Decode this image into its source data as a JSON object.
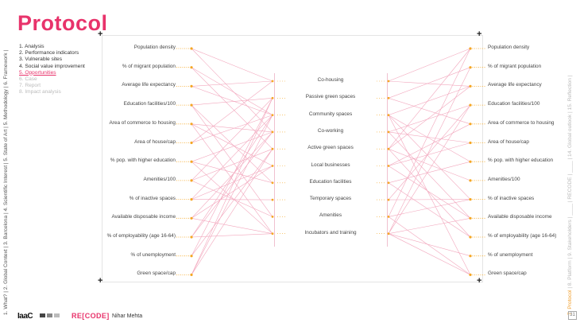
{
  "title": "Protocol",
  "steps": [
    {
      "label": "1. Analysis",
      "state": "done"
    },
    {
      "label": "2. Performance indicators",
      "state": "done"
    },
    {
      "label": "3. Vulnerable sites",
      "state": "done"
    },
    {
      "label": "4. Social value improvement",
      "state": "done"
    },
    {
      "label": "5. Opportunities",
      "state": "active"
    },
    {
      "label": "6. Case",
      "state": "todo"
    },
    {
      "label": "7. Report",
      "state": "todo"
    },
    {
      "label": "8. Impact analysis",
      "state": "todo"
    }
  ],
  "left_sidebar": "1. What? | 2. Global Context | 3. Barcelona | 4. Scientific Interest | 5. State of Art | 5. Methodology | 6. Framework |",
  "right_sidebar": {
    "active": "7. Protocol",
    "rest": " | 8. Platform | 9. Stakeholders | ____ | RECODE | ____ | 14. Global outlook | 15. Reflection |"
  },
  "indicators": [
    "Population density",
    "% of migrant population",
    "Average life expectancy",
    "Education facilities/100",
    "Area of commerce to housing",
    "Area of house/cap",
    "% pop. with higher education",
    "Amenities/100",
    "% of inactive spaces",
    "Available disposable income",
    "% of employability (age 16-64)",
    "% of unemployment",
    "Green space/cap"
  ],
  "right_indicators": [
    "Population density",
    "% of migrant population",
    "Average life expectancy",
    "Education facilities/100",
    "Area of commerce to housing",
    "Area of house/cap",
    "% pop. with higher education",
    "Amenities/100",
    "% of inactive spaces",
    "Available disposable income",
    "% of employability (age 16-64)",
    "% of unemployment",
    "Green space/cap"
  ],
  "opportunities": [
    "Co-housing",
    "Passive green spaces",
    "Community spaces",
    "Co-working",
    "Active green spaces",
    "Local businesses",
    "Education facilities",
    "Temporary spaces",
    "Amenities",
    "Incubators and training"
  ],
  "links_left": [
    [
      0,
      0
    ],
    [
      0,
      3
    ],
    [
      1,
      2
    ],
    [
      1,
      4
    ],
    [
      2,
      0
    ],
    [
      2,
      2
    ],
    [
      3,
      6
    ],
    [
      3,
      1
    ],
    [
      3,
      8
    ],
    [
      4,
      5
    ],
    [
      4,
      3
    ],
    [
      4,
      9
    ],
    [
      5,
      0
    ],
    [
      5,
      2
    ],
    [
      6,
      9
    ],
    [
      6,
      3
    ],
    [
      6,
      6
    ],
    [
      7,
      8
    ],
    [
      7,
      1
    ],
    [
      7,
      4
    ],
    [
      8,
      7
    ],
    [
      8,
      2
    ],
    [
      8,
      5
    ],
    [
      9,
      5
    ],
    [
      9,
      3
    ],
    [
      9,
      9
    ],
    [
      10,
      9
    ],
    [
      10,
      3
    ],
    [
      10,
      2
    ],
    [
      11,
      4
    ],
    [
      11,
      1
    ],
    [
      12,
      1
    ],
    [
      12,
      2
    ],
    [
      12,
      4
    ]
  ],
  "links_right": [
    [
      0,
      0
    ],
    [
      0,
      2
    ],
    [
      1,
      4
    ],
    [
      1,
      1
    ],
    [
      2,
      2
    ],
    [
      2,
      6
    ],
    [
      2,
      8
    ],
    [
      2,
      12
    ],
    [
      3,
      3
    ],
    [
      3,
      5
    ],
    [
      3,
      9
    ],
    [
      4,
      0
    ],
    [
      4,
      2
    ],
    [
      4,
      7
    ],
    [
      4,
      10
    ],
    [
      5,
      4
    ],
    [
      5,
      5
    ],
    [
      5,
      9
    ],
    [
      6,
      6
    ],
    [
      6,
      10
    ],
    [
      7,
      3
    ],
    [
      7,
      8
    ],
    [
      8,
      8
    ],
    [
      8,
      12
    ],
    [
      8,
      0
    ],
    [
      9,
      9
    ],
    [
      9,
      3
    ],
    [
      9,
      11
    ],
    [
      9,
      1
    ],
    [
      9,
      12
    ]
  ],
  "colors": {
    "accent": "#e8336b",
    "line": "#f2a7bd",
    "dot": "#f5a623",
    "highlight": "#f0a030"
  },
  "footer": {
    "logo": "IaaC",
    "recode": "RE[CODE]",
    "author": "Nihar Mehta",
    "page": "31"
  }
}
